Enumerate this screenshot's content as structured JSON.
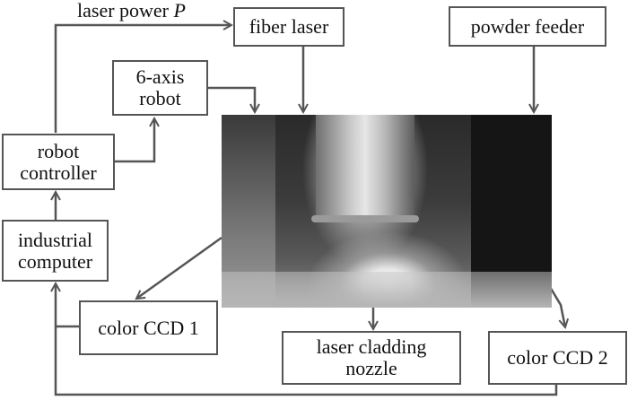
{
  "diagram": {
    "edge_label": {
      "text": "laser power ",
      "var": "P"
    },
    "nodes": {
      "fiber_laser": "fiber laser",
      "powder_feeder": "powder feeder",
      "robot_6axis": [
        "6-axis",
        "robot"
      ],
      "robot_controller": [
        "robot",
        "controller"
      ],
      "industrial_computer": [
        "industrial",
        "computer"
      ],
      "color_ccd_1": "color CCD 1",
      "laser_cladding_nozzle": [
        "laser cladding",
        "nozzle"
      ],
      "color_ccd_2": "color CCD 2"
    },
    "photo": "laser cladding setup photograph",
    "edges": [
      {
        "from": "robot controller",
        "to": "fiber laser",
        "label": "laser power P"
      },
      {
        "from": "robot controller",
        "to": "6-axis robot"
      },
      {
        "from": "6-axis robot",
        "to": "photo"
      },
      {
        "from": "fiber laser",
        "to": "photo"
      },
      {
        "from": "powder feeder",
        "to": "photo"
      },
      {
        "from": "industrial computer",
        "to": "robot controller"
      },
      {
        "from": "photo",
        "to": "color CCD 1"
      },
      {
        "from": "photo",
        "to": "laser cladding nozzle"
      },
      {
        "from": "photo",
        "to": "color CCD 2"
      },
      {
        "from": "color CCD 1",
        "to": "industrial computer"
      },
      {
        "from": "color CCD 2",
        "to": "industrial computer"
      }
    ],
    "line_color": "#555555"
  }
}
